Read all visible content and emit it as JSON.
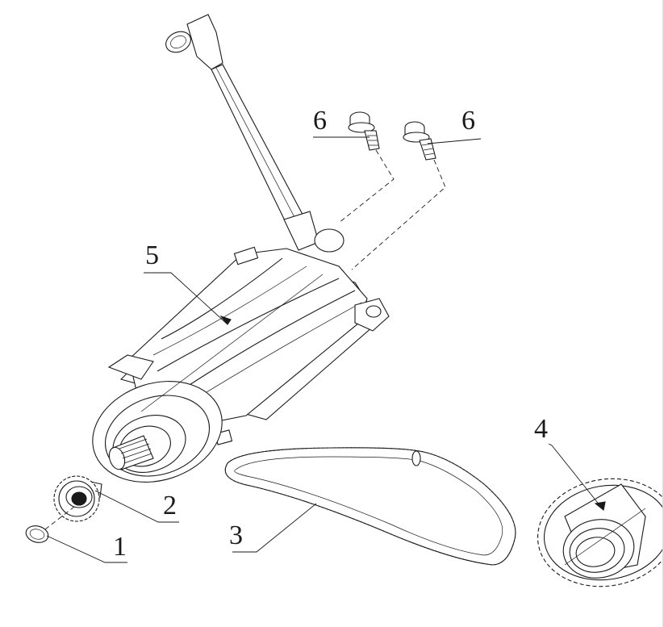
{
  "callouts": {
    "c1": "1",
    "c2": "2",
    "c3": "3",
    "c4": "4",
    "c5": "5",
    "c6a": "6",
    "c6b": "6"
  }
}
